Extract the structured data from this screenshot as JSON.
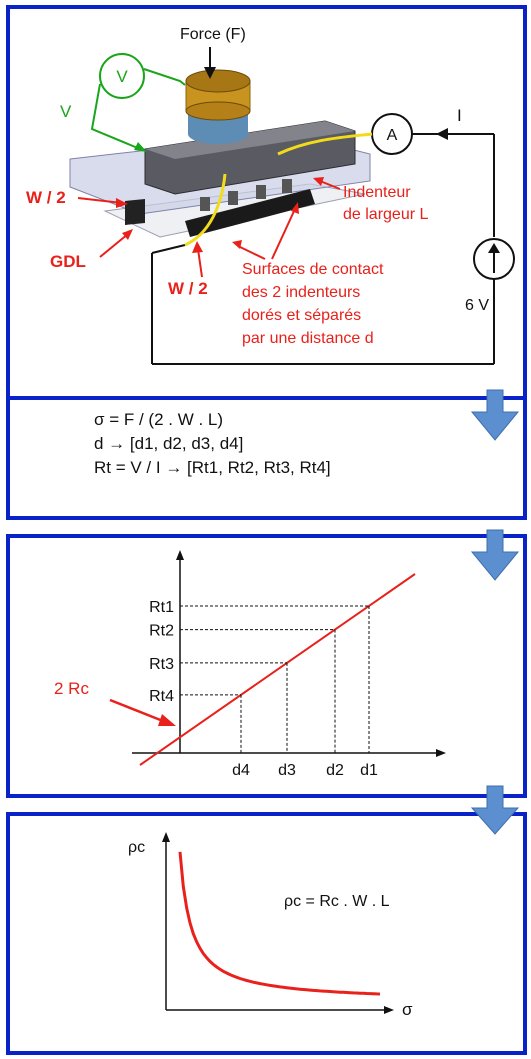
{
  "colors": {
    "border": "#0a23c8",
    "red": "#e8211b",
    "green": "#1aa51a",
    "arrow": "#5b8fd0"
  },
  "setup": {
    "force_label": "Force (F)",
    "voltmeter_symbol": "V",
    "voltmeter_wire_label": "V",
    "ammeter_symbol": "A",
    "current_label": "I",
    "source_label": "6 V",
    "half_width_top": "W / 2",
    "half_width_bottom": "W / 2",
    "gdl_label": "GDL",
    "indenter_label_1": "Indenteur",
    "indenter_label_2": "de largeur L",
    "contact_label_1": "Surfaces de contact",
    "contact_label_2": "des 2 indenteurs",
    "contact_label_3": "dorés et séparés",
    "contact_label_4": "par une distance d"
  },
  "formulas": {
    "line1": "σ = F / (2 . W . L)",
    "line2": "d → [d1, d2, d3, d4]",
    "line3": "Rt = V / I → [Rt1, Rt2, Rt3, Rt4]"
  },
  "chart_data": [
    {
      "type": "line",
      "y_ticks": [
        "Rt1",
        "Rt2",
        "Rt3",
        "Rt4"
      ],
      "x_ticks": [
        "d4",
        "d3",
        "d2",
        "d1"
      ],
      "annotation": "2 Rc",
      "series": [
        {
          "x": [
            0,
            1,
            2,
            3,
            4
          ],
          "y": [
            0,
            1,
            2,
            3,
            4
          ]
        }
      ]
    },
    {
      "type": "line",
      "ylabel": "ρc",
      "xlabel": "σ",
      "annotation": "ρc = Rc . W . L"
    }
  ]
}
